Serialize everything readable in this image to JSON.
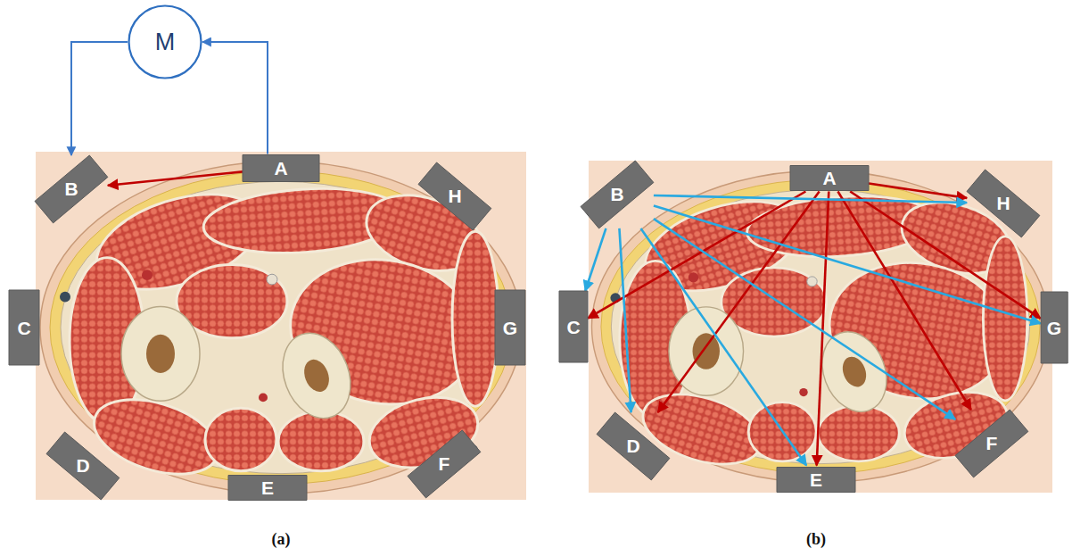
{
  "diagram": {
    "nodes": [
      {
        "text": [
          "M"
        ]
      },
      {
        "text": [
          "A"
        ]
      },
      {
        "text": [
          "B"
        ]
      },
      {
        "text": [
          "C"
        ]
      },
      {
        "text": [
          "D"
        ]
      },
      {
        "text": [
          "E"
        ]
      },
      {
        "text": [
          "F"
        ]
      },
      {
        "text": [
          "G"
        ]
      },
      {
        "text": [
          "H"
        ]
      },
      {
        "text": [
          "A"
        ]
      },
      {
        "text": [
          "B"
        ]
      },
      {
        "text": [
          "C"
        ]
      },
      {
        "text": [
          "D"
        ]
      },
      {
        "text": [
          "E"
        ]
      },
      {
        "text": [
          "F"
        ]
      },
      {
        "text": [
          "G"
        ]
      },
      {
        "text": [
          "H"
        ]
      }
    ],
    "edges": [
      {
        "from": 0,
        "to": 2,
        "arrow": "to"
      },
      {
        "from": 1,
        "to": 0,
        "arrow": "to"
      },
      {
        "from": 1,
        "to": 2,
        "arrow": "to"
      },
      {
        "from": 9,
        "to": 16,
        "arrow": "to"
      },
      {
        "from": 9,
        "to": 15,
        "arrow": "to"
      },
      {
        "from": 9,
        "to": 14,
        "arrow": "to"
      },
      {
        "from": 9,
        "to": 13,
        "arrow": "to"
      },
      {
        "from": 9,
        "to": 12,
        "arrow": "to"
      },
      {
        "from": 9,
        "to": 11,
        "arrow": "to"
      },
      {
        "from": 10,
        "to": 16,
        "arrow": "to"
      },
      {
        "from": 10,
        "to": 15,
        "arrow": "to"
      },
      {
        "from": 10,
        "to": 14,
        "arrow": "to"
      },
      {
        "from": 10,
        "to": 13,
        "arrow": "to"
      },
      {
        "from": 10,
        "to": 12,
        "arrow": "to"
      },
      {
        "from": 10,
        "to": 11,
        "arrow": "to"
      }
    ],
    "labels": [
      "(a)",
      "(b)"
    ]
  }
}
